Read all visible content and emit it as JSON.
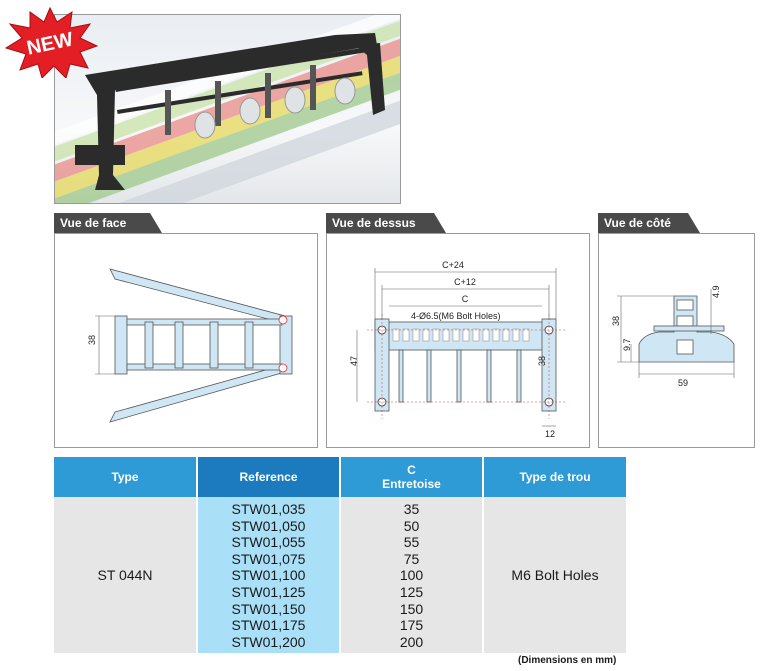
{
  "badge": {
    "text": "NEW"
  },
  "views": {
    "front": {
      "title": "Vue de face",
      "dim_height": "38"
    },
    "top": {
      "title": "Vue de dessus",
      "dim_c24": "C+24",
      "dim_c12": "C+12",
      "dim_c": "C",
      "holes": "4-Ø6.5(M6 Bolt Holes)",
      "dim_47": "47",
      "dim_12": "12",
      "dim_38": "38"
    },
    "side": {
      "title": "Vue de côté",
      "dim_38": "38",
      "dim_49": "4.9",
      "dim_97": "9.7",
      "dim_59": "59"
    }
  },
  "table": {
    "headers": {
      "type": "Type",
      "reference": "Reference",
      "c_line1": "C",
      "c_line2": "Entretoise",
      "hole": "Type  de trou"
    },
    "type_value": "ST 044N",
    "references": [
      "STW01,035",
      "STW01,050",
      "STW01,055",
      "STW01,075",
      "STW01,100",
      "STW01,125",
      "STW01,150",
      "STW01,175",
      "STW01,200"
    ],
    "c_values": [
      "35",
      "50",
      "55",
      "75",
      "100",
      "125",
      "150",
      "175",
      "200"
    ],
    "hole_value": "M6 Bolt Holes"
  },
  "footnote": "(Dimensions en mm)",
  "colors": {
    "badge": "#e31e24",
    "header_blue": "#2e9bd6",
    "header_dark_blue": "#1c7bbf",
    "cell_blue": "#a9dff7",
    "cell_grey": "#e6e6e6",
    "panel_tab": "#4a4a4a",
    "part_blue": "#cfe6f5"
  }
}
